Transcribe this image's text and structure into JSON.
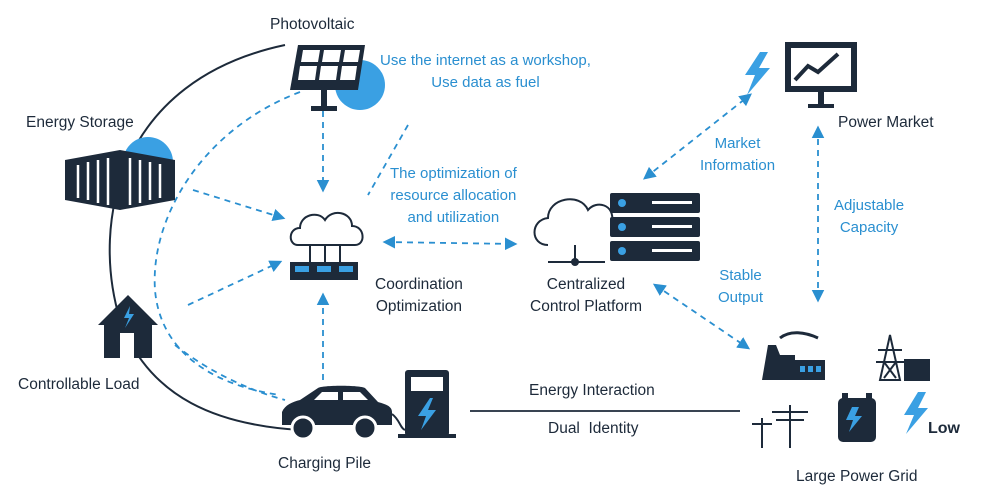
{
  "nodes": {
    "photovoltaic": "Photovoltaic",
    "energy_storage": "Energy Storage",
    "controllable_load": "Controllable Load",
    "charging_pile": "Charging Pile",
    "coordination_optimization": [
      "Coordination",
      "Optimization"
    ],
    "centralized_control_platform": [
      "Centralized",
      "Control Platform"
    ],
    "power_market": "Power Market",
    "large_power_grid": "Large Power Grid"
  },
  "annotations": {
    "internet_workshop": [
      "Use the internet as a workshop,",
      "Use data as fuel"
    ],
    "optimization": [
      "The optimization of",
      "resource allocation",
      "and utilization"
    ],
    "market_information": [
      "Market",
      "Information"
    ],
    "adjustable_capacity": [
      "Adjustable",
      "Capacity"
    ],
    "stable_output": [
      "Stable",
      "Output"
    ],
    "energy_interaction": "Energy Interaction",
    "dual_identity": "Dual  Identity",
    "low_badge": "Low"
  },
  "colors": {
    "dark_icon": "#1d2a3a",
    "accent_blue": "#2a8fd0",
    "light_blue": "#3aa0e3"
  },
  "icons": [
    "solar-panel-icon",
    "battery-rack-icon",
    "house-icon",
    "car-icon",
    "charger-icon",
    "cloud-network-icon",
    "server-cloud-icon",
    "market-chart-icon",
    "lightning-icon",
    "power-plant-icon",
    "substation-icon",
    "utility-pole-icon",
    "transformer-icon"
  ]
}
